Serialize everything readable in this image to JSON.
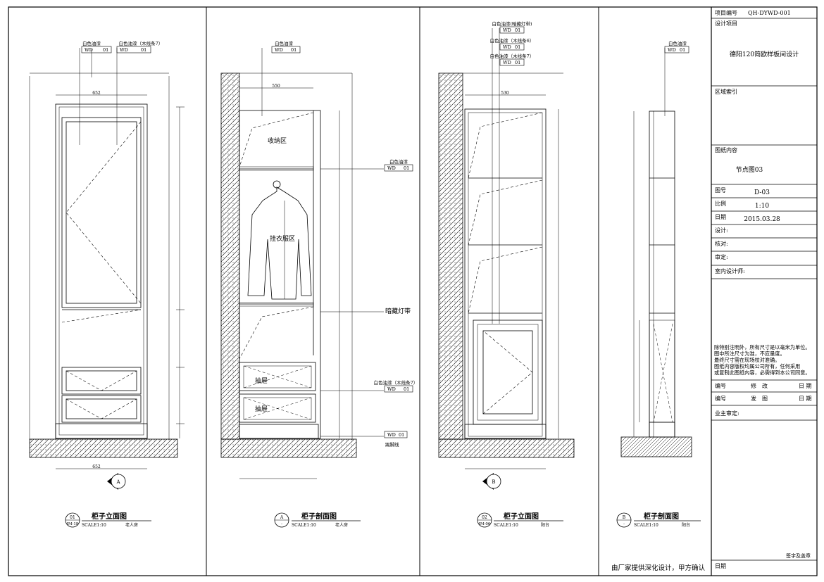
{
  "title_block": {
    "project_no_label": "项目编号",
    "project_no": "QH-DYWD-001",
    "design_item_label": "设计项目",
    "design_item": "德阳120简欧样板间设计",
    "area_index_label": "区域索引",
    "content_label": "图纸内容",
    "content": "节点图03",
    "drawing_no_label": "图号",
    "drawing_no": "D-03",
    "scale_label": "比例",
    "scale": "1:10",
    "date_label": "日期",
    "date": "2015.03.28",
    "design_label": "设计:",
    "check_label": "核对:",
    "review_label": "审定:",
    "interior_designer_label": "室内设计师:",
    "notes": [
      "除特别注明外，所有尺寸是以毫米为单位。",
      "图中所注尺寸为准，不应量度。",
      "最终尺寸需在现场校对准确。",
      "图纸内容版权均属公司所有，任何采用",
      "或复制此图纸内容，必需得到本公司同意。"
    ],
    "rev_no_label": "编号",
    "rev_label": "修　改",
    "rev_date_label": "日 期",
    "issue_no_label": "编号",
    "issue_label": "发　图",
    "issue_date_label": "日 期",
    "owner_label": "业主审定:",
    "sign_label": "签字及盖章",
    "bottom_date_label": "日期"
  },
  "footer_note": "由厂家提供深化设计，甲方确认",
  "views": [
    {
      "title": "柜子立面图",
      "scale": "SCALE1:10",
      "room": "老人房",
      "ref_top": "01",
      "ref_bottom": "IM-18"
    },
    {
      "title": "柜子剖面图",
      "scale": "SCALE1:10",
      "room": "老人房",
      "ref_top": "A",
      "ref_bottom": "-"
    },
    {
      "title": "柜子立面图",
      "scale": "SCALE1:10",
      "room": "阳台",
      "ref_top": "02",
      "ref_bottom": "IM-06"
    },
    {
      "title": "柜子剖面图",
      "scale": "SCALE1:10",
      "room": "阳台",
      "ref_top": "B",
      "ref_bottom": "-"
    }
  ],
  "zones": {
    "storage": "收纳区",
    "hanging": "挂衣服区",
    "drawer1": "抽屉",
    "drawer2": "抽屉",
    "hidden_light": "暗藏灯带",
    "kick": "踢脚线"
  },
  "callouts": {
    "white_paint": "白色油漆",
    "white_paint_molding": "白色油漆（木线条7）",
    "white_paint_molding6": "白色油漆（木线条6）",
    "white_paint_hidden_light": "白色油漆(暗藏灯带)",
    "wd": "WD",
    "wd_no": "01",
    "sec_ref": "A",
    "sec_ref_b": "B"
  },
  "dims": {
    "elev1_width": "652",
    "sec1_width": "550",
    "elev2_width": "530"
  }
}
